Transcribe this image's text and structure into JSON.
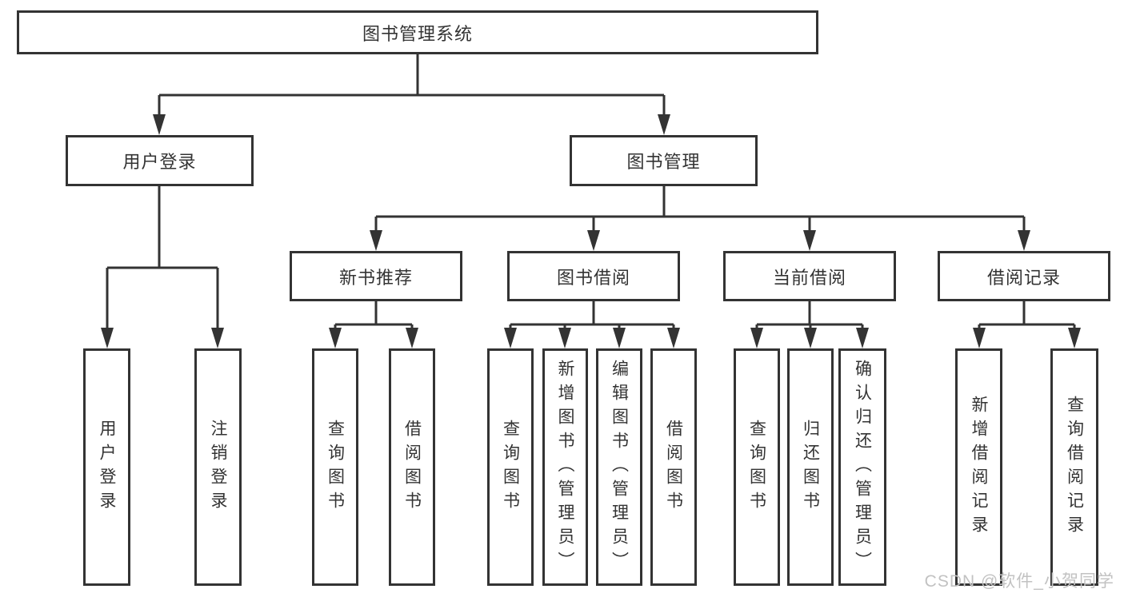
{
  "tree": {
    "label": "图书管理系统",
    "children": [
      {
        "label": "用户登录",
        "children": [
          {
            "label": "用户登录"
          },
          {
            "label": "注销登录"
          }
        ]
      },
      {
        "label": "图书管理",
        "children": [
          {
            "label": "新书推荐",
            "children": [
              {
                "label": "查询图书"
              },
              {
                "label": "借阅图书"
              }
            ]
          },
          {
            "label": "图书借阅",
            "children": [
              {
                "label": "查询图书"
              },
              {
                "label": "新增图书（管理员）"
              },
              {
                "label": "编辑图书（管理员）"
              },
              {
                "label": "借阅图书"
              }
            ]
          },
          {
            "label": "当前借阅",
            "children": [
              {
                "label": "查询图书"
              },
              {
                "label": "归还图书"
              },
              {
                "label": "确认归还（管理员）"
              }
            ]
          },
          {
            "label": "借阅记录",
            "children": [
              {
                "label": "新增借阅记录"
              },
              {
                "label": "查询借阅记录"
              }
            ]
          }
        ]
      }
    ]
  },
  "watermark": {
    "text": "CSDN @软件_小贺同学"
  },
  "colors": {
    "line": "#333333",
    "box_border": "#333333",
    "text": "#333333",
    "watermark": "#c2c2c2",
    "background": "#ffffff"
  }
}
